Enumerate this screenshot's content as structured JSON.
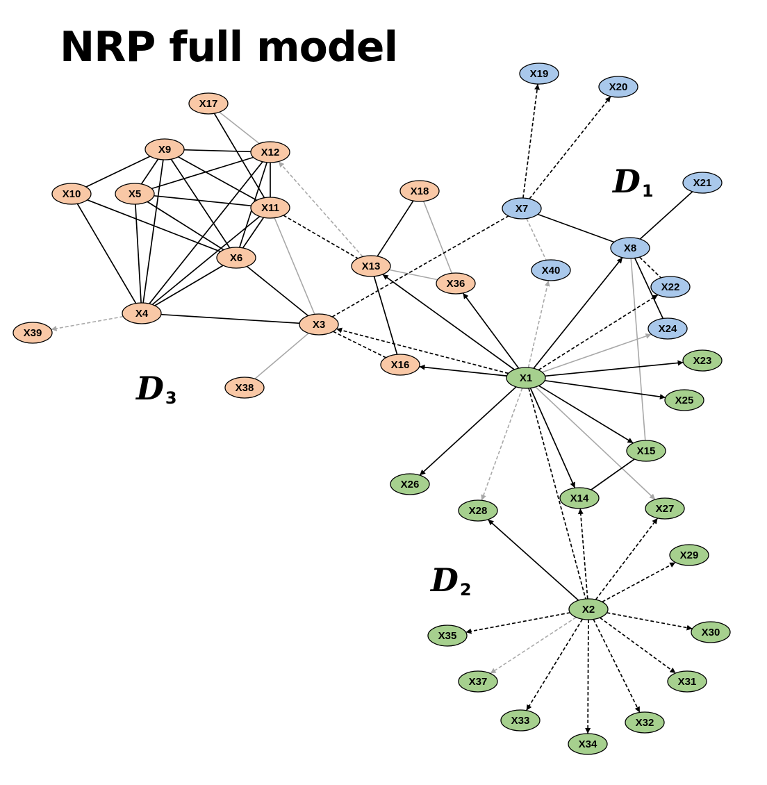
{
  "title": "NRP full model",
  "domains": [
    {
      "id": "D1",
      "letter": "D",
      "sub": "1"
    },
    {
      "id": "D2",
      "letter": "D",
      "sub": "2"
    },
    {
      "id": "D3",
      "letter": "D",
      "sub": "3"
    }
  ],
  "colors": {
    "domain1": "#a9c8eb",
    "domain2": "#a6d08e",
    "domain3": "#f9c8a6",
    "edge_strong": "#000000",
    "edge_weak": "#a8a8a8"
  },
  "nodes": [
    {
      "id": "X1",
      "label": "X1",
      "group": "D2"
    },
    {
      "id": "X2",
      "label": "X2",
      "group": "D2"
    },
    {
      "id": "X3",
      "label": "X3",
      "group": "D3"
    },
    {
      "id": "X4",
      "label": "X4",
      "group": "D3"
    },
    {
      "id": "X5",
      "label": "X5",
      "group": "D3"
    },
    {
      "id": "X6",
      "label": "X6",
      "group": "D3"
    },
    {
      "id": "X7",
      "label": "X7",
      "group": "D1"
    },
    {
      "id": "X8",
      "label": "X8",
      "group": "D1"
    },
    {
      "id": "X9",
      "label": "X9",
      "group": "D3"
    },
    {
      "id": "X10",
      "label": "X10",
      "group": "D3"
    },
    {
      "id": "X11",
      "label": "X11",
      "group": "D3"
    },
    {
      "id": "X12",
      "label": "X12",
      "group": "D3"
    },
    {
      "id": "X13",
      "label": "X13",
      "group": "D3"
    },
    {
      "id": "X14",
      "label": "X14",
      "group": "D2"
    },
    {
      "id": "X15",
      "label": "X15",
      "group": "D2"
    },
    {
      "id": "X16",
      "label": "X16",
      "group": "D3"
    },
    {
      "id": "X17",
      "label": "X17",
      "group": "D3"
    },
    {
      "id": "X18",
      "label": "X18",
      "group": "D3"
    },
    {
      "id": "X19",
      "label": "X19",
      "group": "D1"
    },
    {
      "id": "X20",
      "label": "X20",
      "group": "D1"
    },
    {
      "id": "X21",
      "label": "X21",
      "group": "D1"
    },
    {
      "id": "X22",
      "label": "X22",
      "group": "D1"
    },
    {
      "id": "X23",
      "label": "X23",
      "group": "D2"
    },
    {
      "id": "X24",
      "label": "X24",
      "group": "D1"
    },
    {
      "id": "X25",
      "label": "X25",
      "group": "D2"
    },
    {
      "id": "X26",
      "label": "X26",
      "group": "D2"
    },
    {
      "id": "X27",
      "label": "X27",
      "group": "D2"
    },
    {
      "id": "X28",
      "label": "X28",
      "group": "D2"
    },
    {
      "id": "X29",
      "label": "X29",
      "group": "D2"
    },
    {
      "id": "X30",
      "label": "X30",
      "group": "D2"
    },
    {
      "id": "X31",
      "label": "X31",
      "group": "D2"
    },
    {
      "id": "X32",
      "label": "X32",
      "group": "D2"
    },
    {
      "id": "X33",
      "label": "X33",
      "group": "D2"
    },
    {
      "id": "X34",
      "label": "X34",
      "group": "D2"
    },
    {
      "id": "X35",
      "label": "X35",
      "group": "D2"
    },
    {
      "id": "X36",
      "label": "X36",
      "group": "D3"
    },
    {
      "id": "X37",
      "label": "X37",
      "group": "D2"
    },
    {
      "id": "X38",
      "label": "X38",
      "group": "D3"
    },
    {
      "id": "X39",
      "label": "X39",
      "group": "D3"
    },
    {
      "id": "X40",
      "label": "X40",
      "group": "D1"
    }
  ],
  "edges": [
    {
      "from": "X9",
      "to": "X12",
      "color": "strong",
      "dashed": false,
      "arrow": false
    },
    {
      "from": "X9",
      "to": "X10",
      "color": "strong",
      "dashed": false,
      "arrow": false
    },
    {
      "from": "X9",
      "to": "X5",
      "color": "strong",
      "dashed": false,
      "arrow": false
    },
    {
      "from": "X9",
      "to": "X4",
      "color": "strong",
      "dashed": false,
      "arrow": false
    },
    {
      "from": "X9",
      "to": "X6",
      "color": "strong",
      "dashed": false,
      "arrow": false
    },
    {
      "from": "X9",
      "to": "X11",
      "color": "strong",
      "dashed": false,
      "arrow": false
    },
    {
      "from": "X10",
      "to": "X4",
      "color": "strong",
      "dashed": false,
      "arrow": false
    },
    {
      "from": "X10",
      "to": "X6",
      "color": "strong",
      "dashed": false,
      "arrow": false
    },
    {
      "from": "X5",
      "to": "X4",
      "color": "strong",
      "dashed": false,
      "arrow": false
    },
    {
      "from": "X5",
      "to": "X12",
      "color": "strong",
      "dashed": false,
      "arrow": false
    },
    {
      "from": "X5",
      "to": "X11",
      "color": "strong",
      "dashed": false,
      "arrow": false
    },
    {
      "from": "X5",
      "to": "X6",
      "color": "strong",
      "dashed": false,
      "arrow": false
    },
    {
      "from": "X17",
      "to": "X11",
      "color": "strong",
      "dashed": false,
      "arrow": false
    },
    {
      "from": "X17",
      "to": "X12",
      "color": "weak",
      "dashed": false,
      "arrow": false
    },
    {
      "from": "X12",
      "to": "X11",
      "color": "strong",
      "dashed": false,
      "arrow": false
    },
    {
      "from": "X12",
      "to": "X4",
      "color": "strong",
      "dashed": false,
      "arrow": false
    },
    {
      "from": "X12",
      "to": "X6",
      "color": "strong",
      "dashed": false,
      "arrow": false
    },
    {
      "from": "X11",
      "to": "X4",
      "color": "strong",
      "dashed": false,
      "arrow": false
    },
    {
      "from": "X11",
      "to": "X6",
      "color": "strong",
      "dashed": false,
      "arrow": false
    },
    {
      "from": "X11",
      "to": "X13",
      "color": "strong",
      "dashed": true,
      "arrow": false
    },
    {
      "from": "X11",
      "to": "X3",
      "color": "weak",
      "dashed": false,
      "arrow": false
    },
    {
      "from": "X6",
      "to": "X4",
      "color": "strong",
      "dashed": false,
      "arrow": false
    },
    {
      "from": "X6",
      "to": "X3",
      "color": "strong",
      "dashed": false,
      "arrow": false
    },
    {
      "from": "X4",
      "to": "X3",
      "color": "strong",
      "dashed": false,
      "arrow": false
    },
    {
      "from": "X4",
      "to": "X39",
      "color": "weak",
      "dashed": true,
      "arrow": true
    },
    {
      "from": "X13",
      "to": "X12",
      "color": "weak",
      "dashed": true,
      "arrow": true
    },
    {
      "from": "X18",
      "to": "X13",
      "color": "strong",
      "dashed": false,
      "arrow": false
    },
    {
      "from": "X18",
      "to": "X36",
      "color": "weak",
      "dashed": false,
      "arrow": false
    },
    {
      "from": "X13",
      "to": "X36",
      "color": "weak",
      "dashed": false,
      "arrow": false
    },
    {
      "from": "X13",
      "to": "X16",
      "color": "strong",
      "dashed": false,
      "arrow": false
    },
    {
      "from": "X3",
      "to": "X16",
      "color": "strong",
      "dashed": true,
      "arrow": false
    },
    {
      "from": "X3",
      "to": "X38",
      "color": "weak",
      "dashed": false,
      "arrow": false
    },
    {
      "from": "X3",
      "to": "X7",
      "color": "strong",
      "dashed": true,
      "arrow": false
    },
    {
      "from": "X7",
      "to": "X19",
      "color": "strong",
      "dashed": true,
      "arrow": true
    },
    {
      "from": "X7",
      "to": "X20",
      "color": "strong",
      "dashed": true,
      "arrow": true
    },
    {
      "from": "X7",
      "to": "X8",
      "color": "strong",
      "dashed": false,
      "arrow": false
    },
    {
      "from": "X7",
      "to": "X40",
      "color": "weak",
      "dashed": true,
      "arrow": false
    },
    {
      "from": "X8",
      "to": "X21",
      "color": "strong",
      "dashed": false,
      "arrow": false
    },
    {
      "from": "X8",
      "to": "X22",
      "color": "strong",
      "dashed": true,
      "arrow": false
    },
    {
      "from": "X8",
      "to": "X24",
      "color": "strong",
      "dashed": false,
      "arrow": false
    },
    {
      "from": "X8",
      "to": "X15",
      "color": "weak",
      "dashed": false,
      "arrow": false
    },
    {
      "from": "X1",
      "to": "X13",
      "color": "strong",
      "dashed": false,
      "arrow": true
    },
    {
      "from": "X1",
      "to": "X36",
      "color": "strong",
      "dashed": false,
      "arrow": true
    },
    {
      "from": "X1",
      "to": "X3",
      "color": "strong",
      "dashed": true,
      "arrow": true
    },
    {
      "from": "X1",
      "to": "X16",
      "color": "strong",
      "dashed": false,
      "arrow": true
    },
    {
      "from": "X1",
      "to": "X40",
      "color": "weak",
      "dashed": true,
      "arrow": true
    },
    {
      "from": "X1",
      "to": "X8",
      "color": "strong",
      "dashed": false,
      "arrow": true
    },
    {
      "from": "X1",
      "to": "X22",
      "color": "strong",
      "dashed": true,
      "arrow": true
    },
    {
      "from": "X1",
      "to": "X24",
      "color": "weak",
      "dashed": false,
      "arrow": true
    },
    {
      "from": "X1",
      "to": "X23",
      "color": "strong",
      "dashed": false,
      "arrow": true
    },
    {
      "from": "X1",
      "to": "X25",
      "color": "strong",
      "dashed": false,
      "arrow": true
    },
    {
      "from": "X1",
      "to": "X15",
      "color": "strong",
      "dashed": false,
      "arrow": true
    },
    {
      "from": "X1",
      "to": "X27",
      "color": "weak",
      "dashed": false,
      "arrow": true
    },
    {
      "from": "X1",
      "to": "X14",
      "color": "strong",
      "dashed": false,
      "arrow": true
    },
    {
      "from": "X1",
      "to": "X26",
      "color": "strong",
      "dashed": false,
      "arrow": true
    },
    {
      "from": "X1",
      "to": "X28",
      "color": "weak",
      "dashed": true,
      "arrow": true
    },
    {
      "from": "X1",
      "to": "X2",
      "color": "strong",
      "dashed": true,
      "arrow": false
    },
    {
      "from": "X15",
      "to": "X14",
      "color": "strong",
      "dashed": false,
      "arrow": false
    },
    {
      "from": "X2",
      "to": "X28",
      "color": "strong",
      "dashed": false,
      "arrow": true
    },
    {
      "from": "X2",
      "to": "X14",
      "color": "strong",
      "dashed": true,
      "arrow": true
    },
    {
      "from": "X2",
      "to": "X27",
      "color": "strong",
      "dashed": true,
      "arrow": true
    },
    {
      "from": "X2",
      "to": "X29",
      "color": "strong",
      "dashed": true,
      "arrow": true
    },
    {
      "from": "X2",
      "to": "X30",
      "color": "strong",
      "dashed": true,
      "arrow": true
    },
    {
      "from": "X2",
      "to": "X31",
      "color": "strong",
      "dashed": true,
      "arrow": true
    },
    {
      "from": "X2",
      "to": "X32",
      "color": "strong",
      "dashed": true,
      "arrow": true
    },
    {
      "from": "X2",
      "to": "X34",
      "color": "strong",
      "dashed": true,
      "arrow": true
    },
    {
      "from": "X2",
      "to": "X33",
      "color": "strong",
      "dashed": true,
      "arrow": true
    },
    {
      "from": "X2",
      "to": "X37",
      "color": "weak",
      "dashed": true,
      "arrow": true
    },
    {
      "from": "X2",
      "to": "X35",
      "color": "strong",
      "dashed": true,
      "arrow": true
    }
  ]
}
